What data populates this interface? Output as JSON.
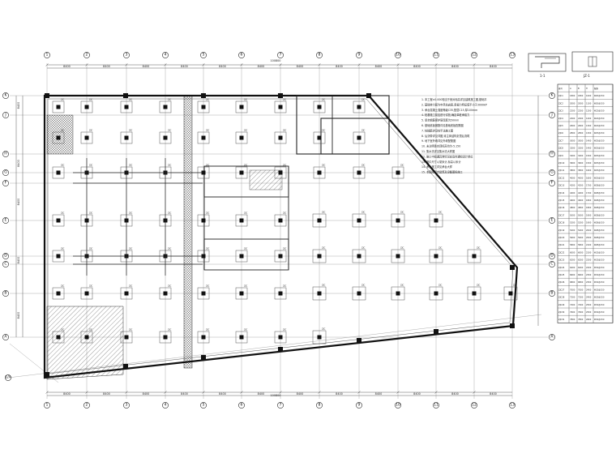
{
  "drawing": {
    "top_axis_labels": [
      "1",
      "2",
      "3",
      "4",
      "5",
      "6",
      "7",
      "8",
      "9",
      "10",
      "11",
      "12",
      "13"
    ],
    "left_axis_labels": [
      "K",
      "J",
      "H",
      "G",
      "F",
      "E",
      "D",
      "C",
      "B",
      "A"
    ],
    "extra_axis_label": "1/A",
    "bay_dimension_label": "8400",
    "overall_dimension_label": "100800",
    "cap_tag_label": "ZJC",
    "section_label": "1-1",
    "detail_label": "JZ-1"
  },
  "notes": {
    "lines": [
      "1. 本工程±0.000相当于绝对标高详见建筑施工图,基础平面图中标高均为相对标高",
      "2. 基础持力层为中风化岩层,承载力特征值不小于3000kPa",
      "3. 承台混凝土强度等级C35,垫层C15,厚100mm",
      "4. 桩基施工前应进行试桩,确定单桩承载力",
      "5. 承台钢筋保护层厚度为50mm",
      "6. 基础底板钢筋详见基础底板配筋图",
      "7. 柱插筋详见柱平法施工图",
      "8. 后浇带详见详图,待主体结构封顶后浇筑",
      "9. 地下室外墙详见外墙配筋图",
      "10. 未注明承台顶标高均为-5.150",
      "11. 集水坑详见集水坑大样图",
      "12. 施工中如遇异常情况应及时通知设计单位",
      "13. 图中尺寸以毫米计,标高以米计",
      "14. 承台施工详见承台大样",
      "15. 本图应配合建筑及设备图纸施工"
    ]
  },
  "table": {
    "headers": [
      "编号",
      "A",
      "B",
      "H",
      "配筋"
    ],
    "rows": [
      [
        "ZJC1",
        "1800",
        "1800",
        "1000",
        "Φ20@150"
      ],
      [
        "ZJC2",
        "2000",
        "2000",
        "1100",
        "Φ20@150"
      ],
      [
        "ZJC3",
        "2200",
        "2200",
        "1200",
        "Φ22@150"
      ],
      [
        "ZJC4",
        "2400",
        "2400",
        "1200",
        "Φ22@150"
      ],
      [
        "ZJC5",
        "2600",
        "2600",
        "1300",
        "Φ22@150"
      ],
      [
        "ZJC6",
        "2800",
        "2800",
        "1300",
        "Φ25@150"
      ],
      [
        "ZJC7",
        "3000",
        "3000",
        "1400",
        "Φ25@150"
      ],
      [
        "ZJC8",
        "3200",
        "3200",
        "1400",
        "Φ25@150"
      ],
      [
        "ZJC9",
        "3400",
        "3400",
        "1500",
        "Φ25@150"
      ],
      [
        "ZJC10",
        "3600",
        "3600",
        "1500",
        "Φ25@150"
      ],
      [
        "ZJC11",
        "3800",
        "3800",
        "1600",
        "Φ25@150"
      ],
      [
        "ZJC12",
        "4000",
        "4000",
        "1600",
        "Φ25@150"
      ],
      [
        "ZJC13",
        "4200",
        "4200",
        "1700",
        "Φ28@150"
      ],
      [
        "ZJC14",
        "4400",
        "4400",
        "1700",
        "Φ28@150"
      ],
      [
        "ZJC15",
        "4600",
        "4600",
        "1800",
        "Φ28@150"
      ],
      [
        "ZJC16",
        "4800",
        "4800",
        "1800",
        "Φ28@150"
      ],
      [
        "ZJC17",
        "5000",
        "5000",
        "1900",
        "Φ28@150"
      ],
      [
        "ZJC18",
        "5200",
        "5200",
        "1900",
        "Φ28@150"
      ],
      [
        "ZJC19",
        "5400",
        "5400",
        "2000",
        "Φ28@150"
      ],
      [
        "ZJC20",
        "5600",
        "5600",
        "2000",
        "Φ28@150"
      ],
      [
        "ZJC21",
        "5800",
        "5800",
        "2100",
        "Φ28@150"
      ],
      [
        "ZJC22",
        "6000",
        "6000",
        "2100",
        "Φ32@150"
      ],
      [
        "ZJC23",
        "6200",
        "6200",
        "2200",
        "Φ32@150"
      ],
      [
        "ZJC24",
        "6400",
        "6400",
        "2200",
        "Φ32@150"
      ],
      [
        "ZJC25",
        "6600",
        "6600",
        "2300",
        "Φ32@150"
      ],
      [
        "ZJC26",
        "6800",
        "6800",
        "2300",
        "Φ32@150"
      ],
      [
        "ZJC27",
        "7000",
        "7000",
        "2400",
        "Φ32@150"
      ],
      [
        "ZJC28",
        "7200",
        "7200",
        "2400",
        "Φ32@150"
      ],
      [
        "ZJC29",
        "7400",
        "7400",
        "2500",
        "Φ32@150"
      ],
      [
        "ZJC30",
        "7600",
        "7600",
        "2500",
        "Φ32@150"
      ],
      [
        "ZJC31",
        "7800",
        "7800",
        "2600",
        "Φ32@150"
      ]
    ]
  },
  "colors": {
    "line": "#111111",
    "grid": "#9a9a9a",
    "paper": "#ffffff"
  }
}
